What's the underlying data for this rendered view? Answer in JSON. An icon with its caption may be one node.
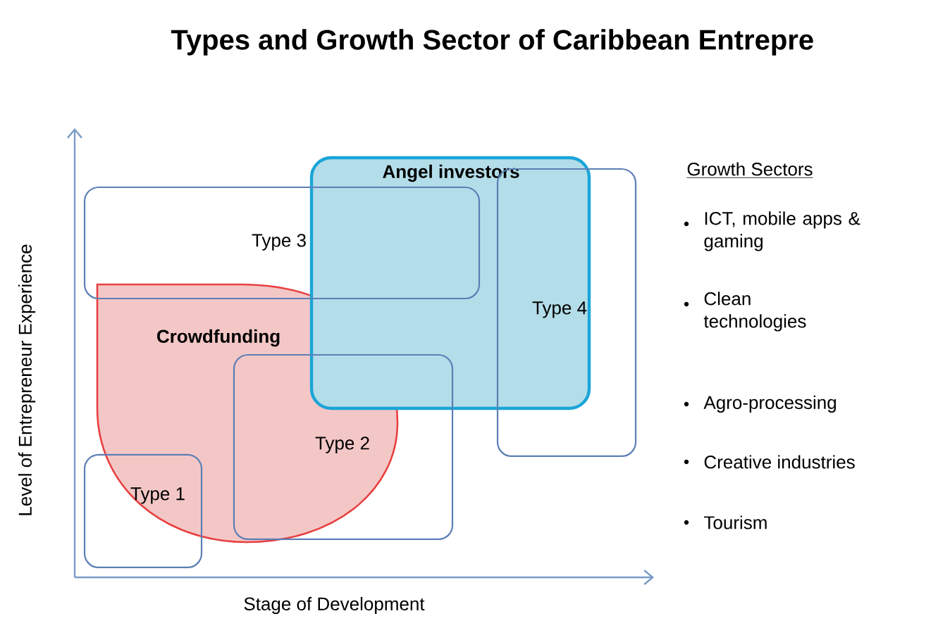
{
  "diagram": {
    "title": "Types and Growth Sector of Caribbean Entrepre",
    "nodes": [
      {
        "text": [
          "Angel investors"
        ]
      },
      {
        "text": [
          "Type 3"
        ]
      },
      {
        "text": [
          "Type 4"
        ]
      },
      {
        "text": [
          "Crowdfunding"
        ]
      },
      {
        "text": [
          "Type 2"
        ]
      },
      {
        "text": [
          "Type 1"
        ]
      }
    ],
    "labels": [
      "Growth Sectors",
      "ICT, mobile apps & gaming",
      "Clean technologies",
      "Agro-processing",
      "Creative industries",
      "Tourism",
      "Level of Entrepreneur Experience",
      "Stage of Development"
    ]
  }
}
